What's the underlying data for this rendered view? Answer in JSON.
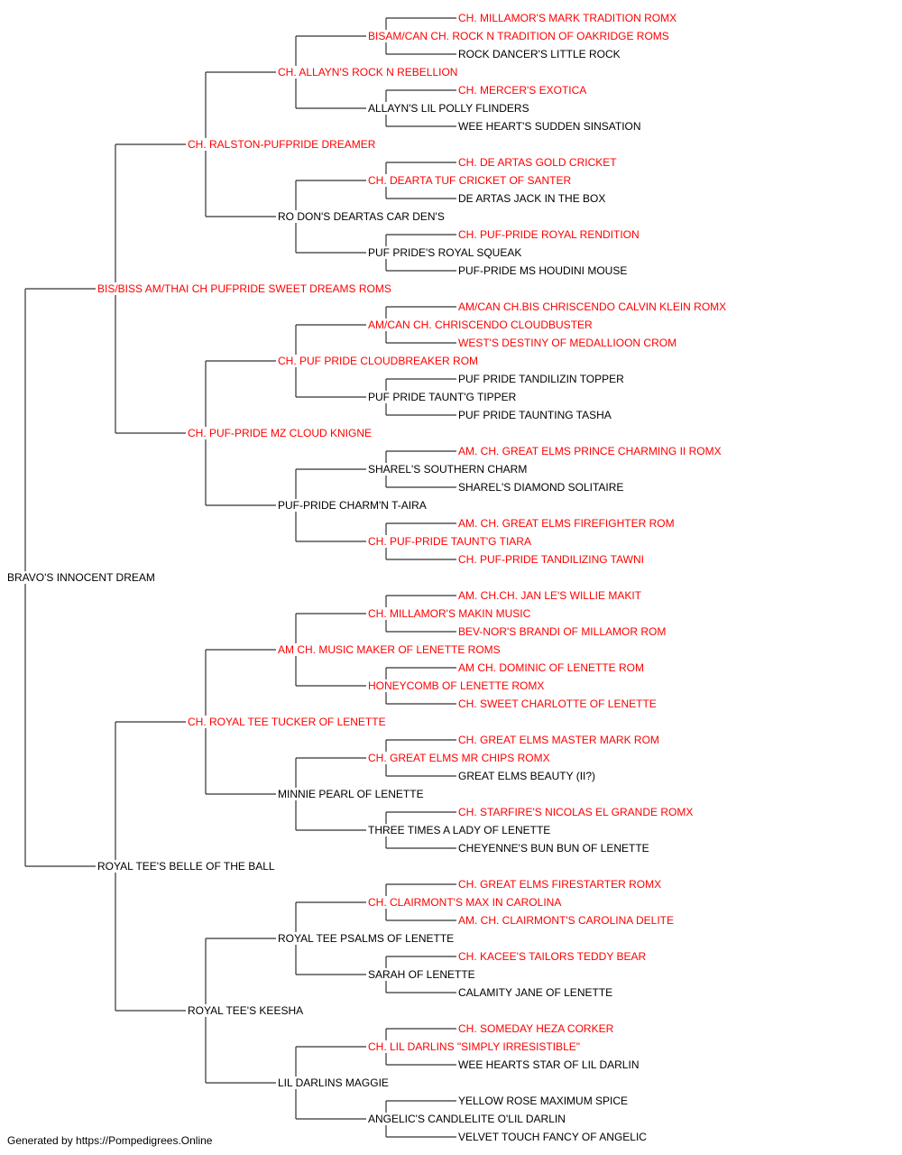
{
  "colors": {
    "champion": "#ff0000",
    "regular": "#000000",
    "line": "#333333"
  },
  "pedigree": {
    "name": "BRAVO'S INNOCENT DREAM",
    "champion": false,
    "sire": {
      "name": "BIS/BISS AM/THAI CH PUFPRIDE SWEET DREAMS ROMS",
      "champion": true,
      "sire": {
        "name": "CH. RALSTON-PUFPRIDE DREAMER",
        "champion": true,
        "sire": {
          "name": "CH. ALLAYN'S ROCK N REBELLION",
          "champion": true,
          "sire": {
            "name": "BISAM/CAN CH. ROCK N TRADITION OF OAKRIDGE ROMS",
            "champion": true,
            "sire": {
              "name": "CH. MILLAMOR'S MARK TRADITION ROMX",
              "champion": true
            },
            "dam": {
              "name": "ROCK DANCER'S LITTLE ROCK",
              "champion": false
            }
          },
          "dam": {
            "name": "ALLAYN'S LIL POLLY FLINDERS",
            "champion": false,
            "sire": {
              "name": "CH. MERCER'S EXOTICA",
              "champion": true
            },
            "dam": {
              "name": "WEE HEART'S SUDDEN SINSATION",
              "champion": false
            }
          }
        },
        "dam": {
          "name": "RO DON'S DEARTAS CAR DEN'S",
          "champion": false,
          "sire": {
            "name": "CH. DEARTA TUF CRICKET OF SANTER",
            "champion": true,
            "sire": {
              "name": "CH. DE ARTAS GOLD CRICKET",
              "champion": true
            },
            "dam": {
              "name": "DE ARTAS JACK IN THE BOX",
              "champion": false
            }
          },
          "dam": {
            "name": "PUF PRIDE'S ROYAL SQUEAK",
            "champion": false,
            "sire": {
              "name": "CH. PUF-PRIDE ROYAL RENDITION",
              "champion": true
            },
            "dam": {
              "name": "PUF-PRIDE MS HOUDINI MOUSE",
              "champion": false
            }
          }
        }
      },
      "dam": {
        "name": "CH. PUF-PRIDE MZ CLOUD KNIGNE",
        "champion": true,
        "sire": {
          "name": "CH. PUF PRIDE CLOUDBREAKER ROM",
          "champion": true,
          "sire": {
            "name": "AM/CAN CH. CHRISCENDO CLOUDBUSTER",
            "champion": true,
            "sire": {
              "name": "AM/CAN CH.BIS CHRISCENDO CALVIN KLEIN ROMX",
              "champion": true
            },
            "dam": {
              "name": "WEST'S DESTINY OF MEDALLIOON CROM",
              "champion": true
            }
          },
          "dam": {
            "name": "PUF PRIDE TAUNT'G TIPPER",
            "champion": false,
            "sire": {
              "name": "PUF PRIDE TANDILIZIN TOPPER",
              "champion": false
            },
            "dam": {
              "name": "PUF PRIDE TAUNTING TASHA",
              "champion": false
            }
          }
        },
        "dam": {
          "name": "PUF-PRIDE CHARM'N T-AIRA",
          "champion": false,
          "sire": {
            "name": "SHAREL'S SOUTHERN CHARM",
            "champion": false,
            "sire": {
              "name": "AM. CH. GREAT ELMS PRINCE CHARMING II ROMX",
              "champion": true
            },
            "dam": {
              "name": "SHAREL'S DIAMOND SOLITAIRE",
              "champion": false
            }
          },
          "dam": {
            "name": "CH. PUF-PRIDE TAUNT'G TIARA",
            "champion": true,
            "sire": {
              "name": "AM. CH. GREAT ELMS FIREFIGHTER ROM",
              "champion": true
            },
            "dam": {
              "name": "CH. PUF-PRIDE TANDILIZING TAWNI",
              "champion": true
            }
          }
        }
      }
    },
    "dam": {
      "name": "ROYAL TEE'S BELLE OF THE BALL",
      "champion": false,
      "sire": {
        "name": "CH. ROYAL TEE TUCKER OF LENETTE",
        "champion": true,
        "sire": {
          "name": "AM CH. MUSIC MAKER OF LENETTE ROMS",
          "champion": true,
          "sire": {
            "name": "CH. MILLAMOR'S MAKIN MUSIC",
            "champion": true,
            "sire": {
              "name": "AM. CH.CH. JAN LE'S WILLIE MAKIT",
              "champion": true
            },
            "dam": {
              "name": "BEV-NOR'S BRANDI OF MILLAMOR ROM",
              "champion": true
            }
          },
          "dam": {
            "name": "HONEYCOMB OF LENETTE ROMX",
            "champion": true,
            "sire": {
              "name": "AM CH. DOMINIC OF LENETTE ROM",
              "champion": true
            },
            "dam": {
              "name": "CH. SWEET CHARLOTTE OF LENETTE",
              "champion": true
            }
          }
        },
        "dam": {
          "name": "MINNIE PEARL OF LENETTE",
          "champion": false,
          "sire": {
            "name": "CH. GREAT ELMS MR CHIPS ROMX",
            "champion": true,
            "sire": {
              "name": "CH. GREAT ELMS MASTER MARK ROM",
              "champion": true
            },
            "dam": {
              "name": "GREAT ELMS BEAUTY (II?)",
              "champion": false
            }
          },
          "dam": {
            "name": "THREE TIMES A LADY OF LENETTE",
            "champion": false,
            "sire": {
              "name": "CH. STARFIRE'S NICOLAS EL GRANDE ROMX",
              "champion": true
            },
            "dam": {
              "name": "CHEYENNE'S BUN BUN OF LENETTE",
              "champion": false
            }
          }
        }
      },
      "dam": {
        "name": "ROYAL TEE'S KEESHA",
        "champion": false,
        "sire": {
          "name": "ROYAL TEE PSALMS OF LENETTE",
          "champion": false,
          "sire": {
            "name": "CH. CLAIRMONT'S MAX IN CAROLINA",
            "champion": true,
            "sire": {
              "name": "CH. GREAT ELMS FIRESTARTER ROMX",
              "champion": true
            },
            "dam": {
              "name": "AM. CH. CLAIRMONT'S CAROLINA DELITE",
              "champion": true
            }
          },
          "dam": {
            "name": "SARAH OF LENETTE",
            "champion": false,
            "sire": {
              "name": "CH. KACEE'S TAILORS TEDDY BEAR",
              "champion": true
            },
            "dam": {
              "name": "CALAMITY JANE OF LENETTE",
              "champion": false
            }
          }
        },
        "dam": {
          "name": "LIL DARLINS MAGGIE",
          "champion": false,
          "sire": {
            "name": "CH. LIL DARLINS \"SIMPLY IRRESISTIBLE\"",
            "champion": true,
            "sire": {
              "name": "CH. SOMEDAY HEZA CORKER",
              "champion": true
            },
            "dam": {
              "name": "WEE HEARTS STAR OF LIL DARLIN",
              "champion": false
            }
          },
          "dam": {
            "name": "ANGELIC'S CANDLELITE O'LIL DARLIN",
            "champion": false,
            "sire": {
              "name": "YELLOW ROSE MAXIMUM SPICE",
              "champion": false
            },
            "dam": {
              "name": "VELVET TOUCH FANCY OF ANGELIC",
              "champion": false
            }
          }
        }
      }
    }
  },
  "footer": "Generated by https://Pompedigrees.Online"
}
